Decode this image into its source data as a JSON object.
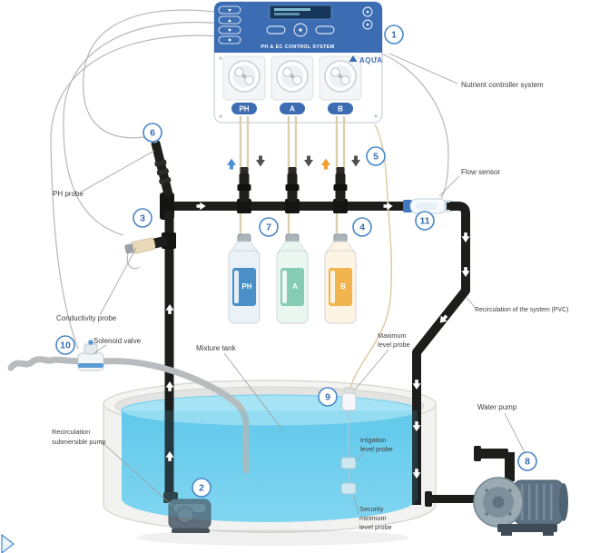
{
  "controller": {
    "title": "PH & EC CONTROL SYSTEM",
    "brand": "AQUA",
    "pumps": [
      "PH",
      "A",
      "B"
    ]
  },
  "bottles": [
    "PH",
    "A",
    "B"
  ],
  "callouts": [
    "1",
    "2",
    "3",
    "4",
    "5",
    "6",
    "7",
    "8",
    "9",
    "10",
    "11"
  ],
  "labels": {
    "nutrient_controller": "Nutrient controller system",
    "flow_sensor": "Flow sensor",
    "ph_probe": "PH probe",
    "conductivity_probe": "Conductivity probe",
    "solenoid_valve": "Solenoid valve",
    "mixture_tank": "Mixture tank",
    "recirculation_pump_line1": "Recirculation",
    "recirculation_pump_line2": "submersible pump",
    "maximum_probe_line1": "Maximum",
    "maximum_probe_line2": "level probe",
    "irrigation_probe_line1": "Irrigation",
    "irrigation_probe_line2": "level probe",
    "security_probe_line1": "Security",
    "security_probe_line2": "minimum",
    "security_probe_line3": "level probe",
    "recirculation_pvc": "Recirculation of the system (PVC)",
    "water_pump": "Water pump"
  },
  "colors": {
    "controller_blue": "#3c6db3",
    "water_blue": "#7fd4f2",
    "pipe_black": "#1d1d1b",
    "bottle_ph_label": "#4a8fc7",
    "bottle_a_label": "#86ccb4",
    "bottle_b_label": "#f2b44e",
    "callout_blue": "#3a6cb0"
  }
}
